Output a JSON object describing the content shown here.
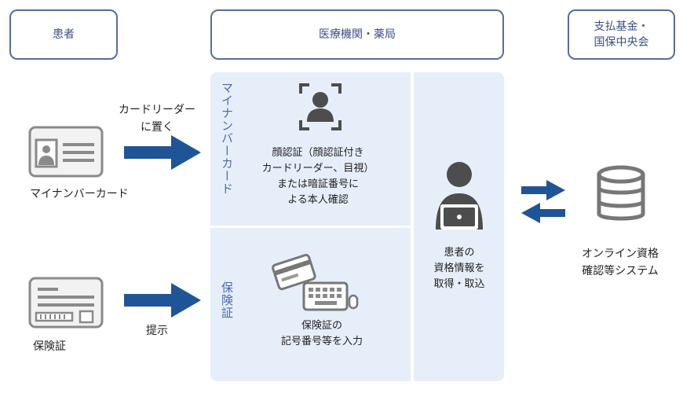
{
  "headers": {
    "patient": "患者",
    "medical": "医療機関・薬局",
    "payer_line1": "支払基金・",
    "payer_line2": "国保中央会"
  },
  "left": {
    "mynumber_label": "マイナンバーカード",
    "mynumber_arrow_line1": "カードリーダー",
    "mynumber_arrow_line2": "に置く",
    "insurance_label": "保険証",
    "insurance_arrow": "提示"
  },
  "panel_top": {
    "vertical_label": "マイナンバーカード",
    "caption_line1": "顔認証（顔認証付き",
    "caption_line2": "カードリーダー、目視）",
    "caption_line3": "または暗証番号に",
    "caption_line4": "よる本人確認"
  },
  "panel_bottom": {
    "vertical_label": "保険証",
    "caption_line1": "保険証の",
    "caption_line2": "記号番号等を入力"
  },
  "panel_right": {
    "caption_line1": "患者の",
    "caption_line2": "資格情報を",
    "caption_line3": "取得・取込"
  },
  "system": {
    "label_line1": "オンライン資格",
    "label_line2": "確認等システム"
  },
  "colors": {
    "header_border": "#5c6b9c",
    "header_text": "#3d4d85",
    "panel_bg": "#e6eef9",
    "arrow": "#1f5596",
    "icon_gray": "#8a8a8a"
  }
}
